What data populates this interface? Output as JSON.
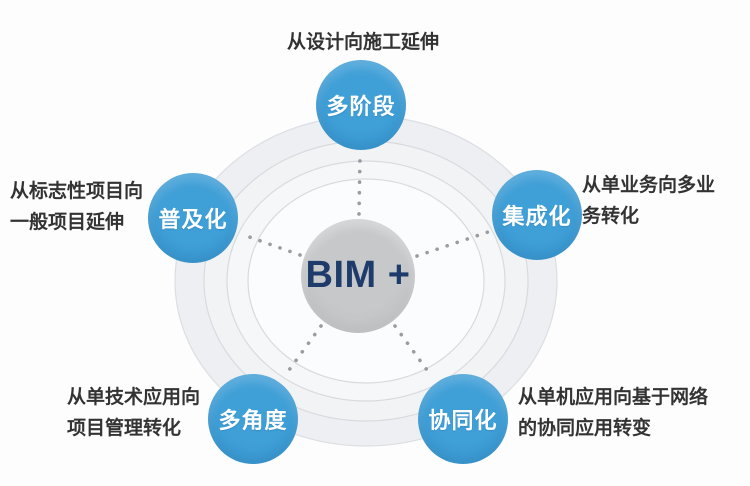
{
  "diagram": {
    "center_label": "BIM +",
    "nodes": [
      {
        "id": "multi-stage",
        "label": "多阶段",
        "position": "top",
        "desc_lines": [
          "从设计向施工延伸"
        ]
      },
      {
        "id": "integration",
        "label": "集成化",
        "position": "right",
        "desc_lines": [
          "从单业务向多业",
          "务转化"
        ]
      },
      {
        "id": "collaboration",
        "label": "协同化",
        "position": "bottom-right",
        "desc_lines": [
          "从单机应用向基于网络",
          "的协同应用转变"
        ]
      },
      {
        "id": "multi-angle",
        "label": "多角度",
        "position": "bottom-left",
        "desc_lines": [
          "从单技术应用向",
          "项目管理转化"
        ]
      },
      {
        "id": "popularization",
        "label": "普及化",
        "position": "left",
        "desc_lines": [
          "从标志性项目向",
          "一般项目延伸"
        ]
      }
    ],
    "colors": {
      "node_blue": "#3f9fd7",
      "center_gray": "#c7c8ca",
      "center_text_navy": "#1e3c6b",
      "label_text": "#333333",
      "ring_line": "#d8dbde",
      "dot_gray": "#8e9296"
    }
  }
}
